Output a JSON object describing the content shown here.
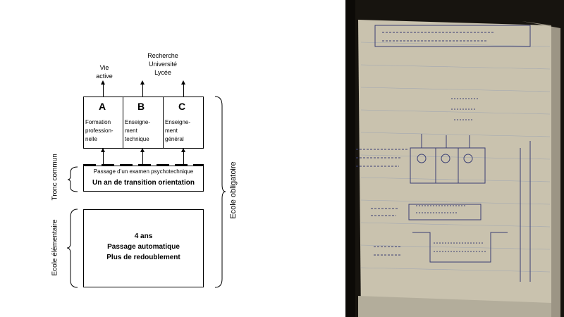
{
  "outputs": {
    "vie": "Vie\nactive",
    "recherche": "Recherche\nUniversité\nLycée"
  },
  "columns": [
    {
      "letter": "A",
      "text": "Formation\nprofession-\nnelle"
    },
    {
      "letter": "B",
      "text": "Enseigne-\nment\ntechnique"
    },
    {
      "letter": "C",
      "text": "Enseigne-\nment\ngénéral"
    }
  ],
  "tronc": {
    "exam": "Passage d’un examen psychotechnique",
    "transition": "Un an de transition orientation",
    "side_label": "Tronc commun"
  },
  "elementaire": {
    "line1": "4 ans",
    "line2": "Passage automatique",
    "line3": "Plus de redoublement",
    "side_label": "Ecole élémentaire"
  },
  "obligatoire_label": "Ecole obligatoire",
  "photo": {
    "description_icon": "notebook-photo",
    "colors": {
      "dark": "#1a1712",
      "paper": "#cfc7b3",
      "ink": "#3a3f74"
    }
  }
}
